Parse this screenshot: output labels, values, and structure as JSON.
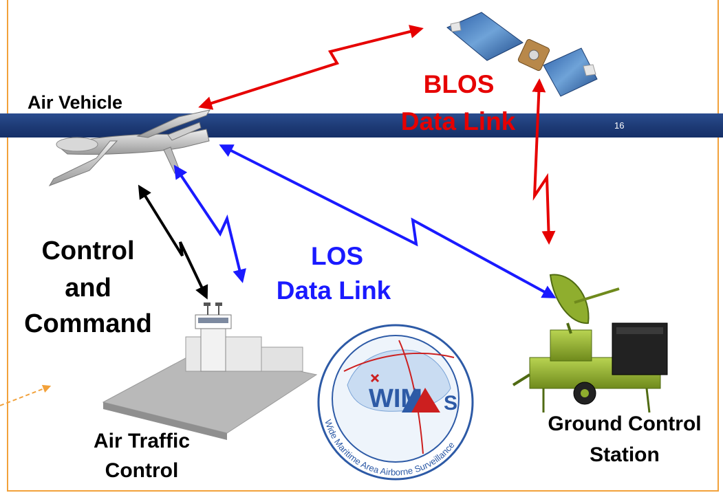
{
  "page_number": "16",
  "labels": {
    "air_vehicle": "Air Vehicle",
    "blos_line1": "BLOS",
    "blos_line2": "Data Link",
    "los_line1": "LOS",
    "los_line2": "Data Link",
    "cc_line1": "Control",
    "cc_line2": "and",
    "cc_line3": "Command",
    "atc_line1": "Air Traffic",
    "atc_line2": "Control",
    "gcs_line1": "Ground Control",
    "gcs_line2": "Station"
  },
  "logo": {
    "wordmark": "WIMAAS",
    "ring_text": "Wide Maritime Area Airborne Surveillance"
  },
  "colors": {
    "blos_link": "#e60000",
    "los_link": "#1a1aff",
    "control_link": "#000000",
    "frame": "#f2a13a",
    "band": "#1d3a75"
  },
  "icons": [
    "satellite-icon",
    "uav-icon",
    "control-tower-icon",
    "ground-station-icon",
    "wimaas-logo"
  ]
}
